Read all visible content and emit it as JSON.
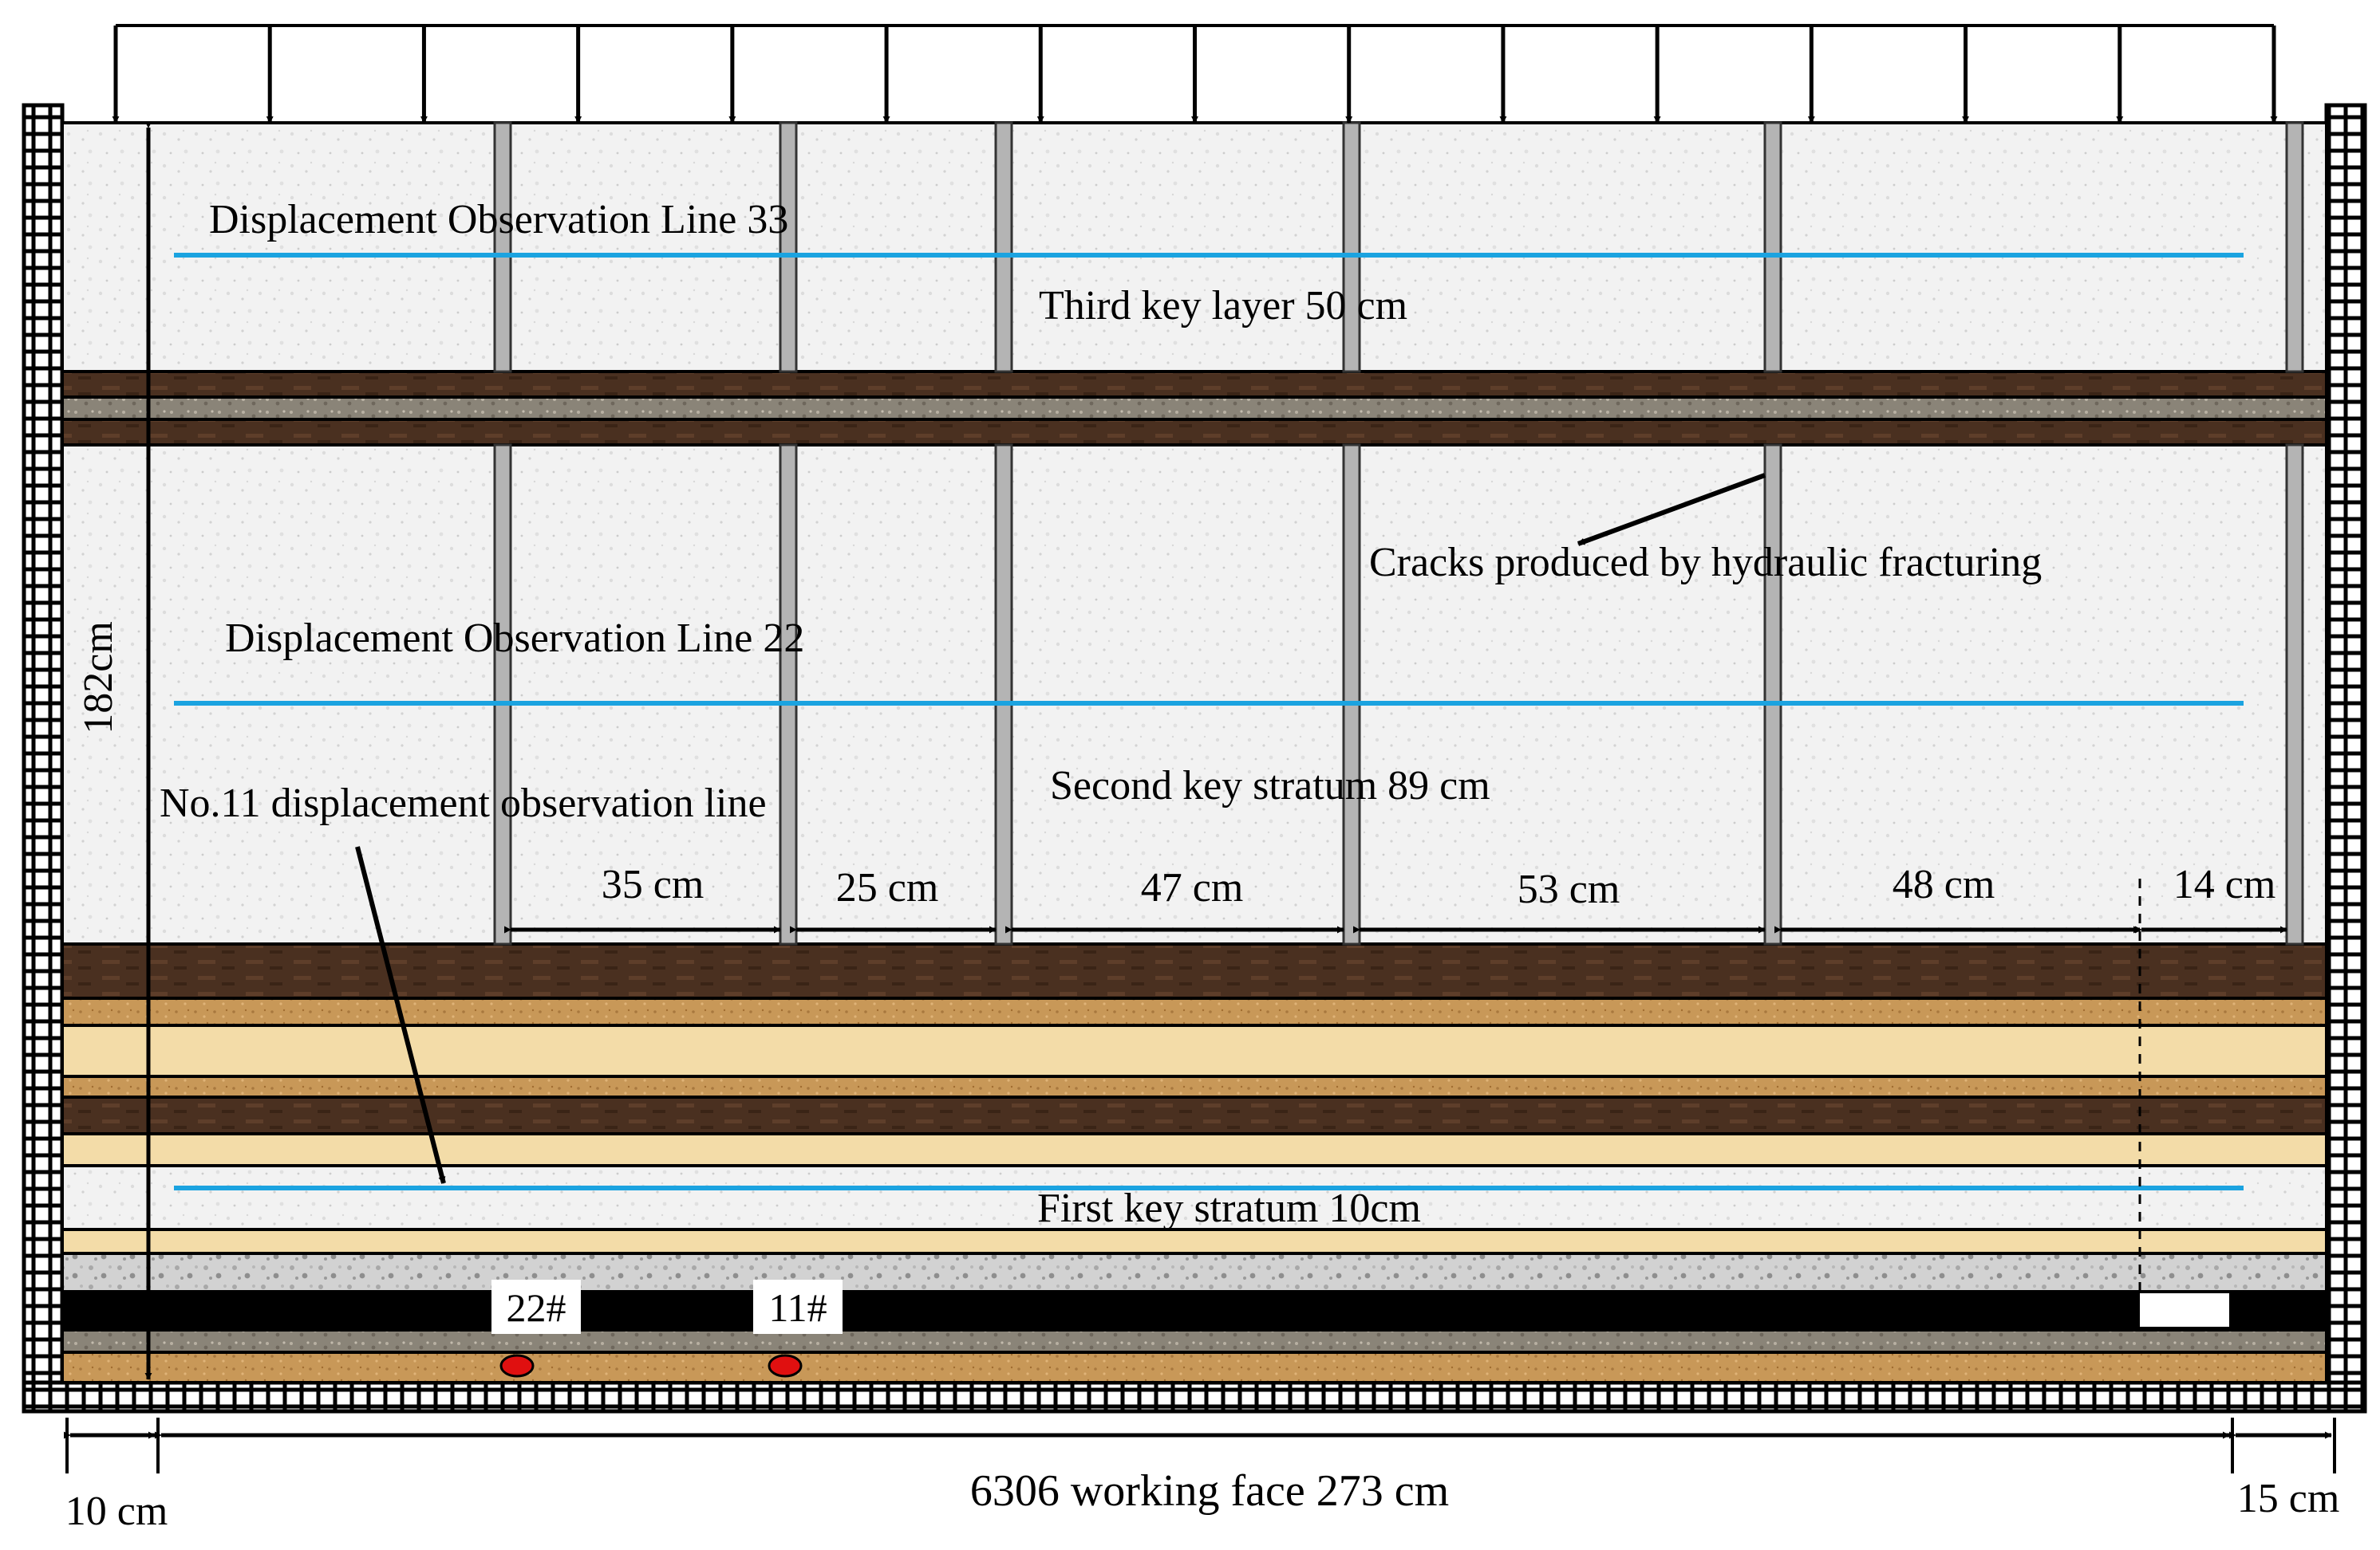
{
  "labels": {
    "line33": "Displacement Observation Line 33",
    "line22": "Displacement Observation Line 22",
    "line11": "No.11 displacement observation line",
    "third_key": "Third key layer 50 cm",
    "second_key": "Second key stratum 89 cm",
    "first_key": "First key stratum 10cm",
    "cracks": "Cracks produced by hydraulic fracturing",
    "height": "182cm",
    "left_margin": "10 cm",
    "right_margin": "15 cm",
    "working_face": "6306 working face 273 cm",
    "borehole_22": "22#",
    "borehole_11": "11#"
  },
  "spacings": [
    "35 cm",
    "25 cm",
    "47 cm",
    "53 cm",
    "48 cm",
    "14 cm"
  ],
  "colors": {
    "observation_line": "#1ba3e0",
    "dark_stratum": "#4a3020",
    "sand_stratum": "#c89858",
    "light_stratum": "#f3dca8",
    "coal_seam": "#000000",
    "fracture_crack": "#b4b4b4",
    "marker_red": "#e01010",
    "rock_white": "#f2f2f2"
  }
}
